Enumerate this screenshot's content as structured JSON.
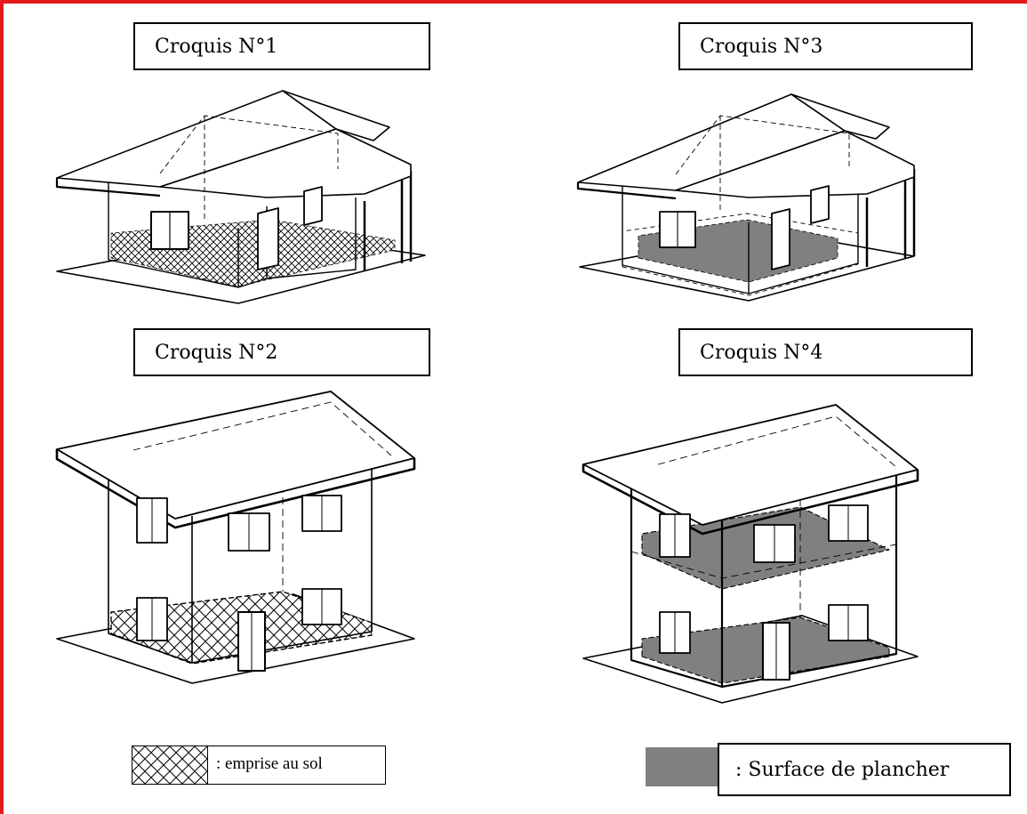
{
  "sketches": [
    {
      "label": "Croquis N°1"
    },
    {
      "label": "Croquis N°2"
    },
    {
      "label": "Croquis N°3"
    },
    {
      "label": "Croquis N°4"
    }
  ],
  "legend": {
    "hatch_label": ": emprise au sol",
    "gray_label": ": Surface de plancher"
  },
  "colors": {
    "frame": "#e31b1b",
    "floor_fill": "#808080",
    "line": "#000000"
  }
}
